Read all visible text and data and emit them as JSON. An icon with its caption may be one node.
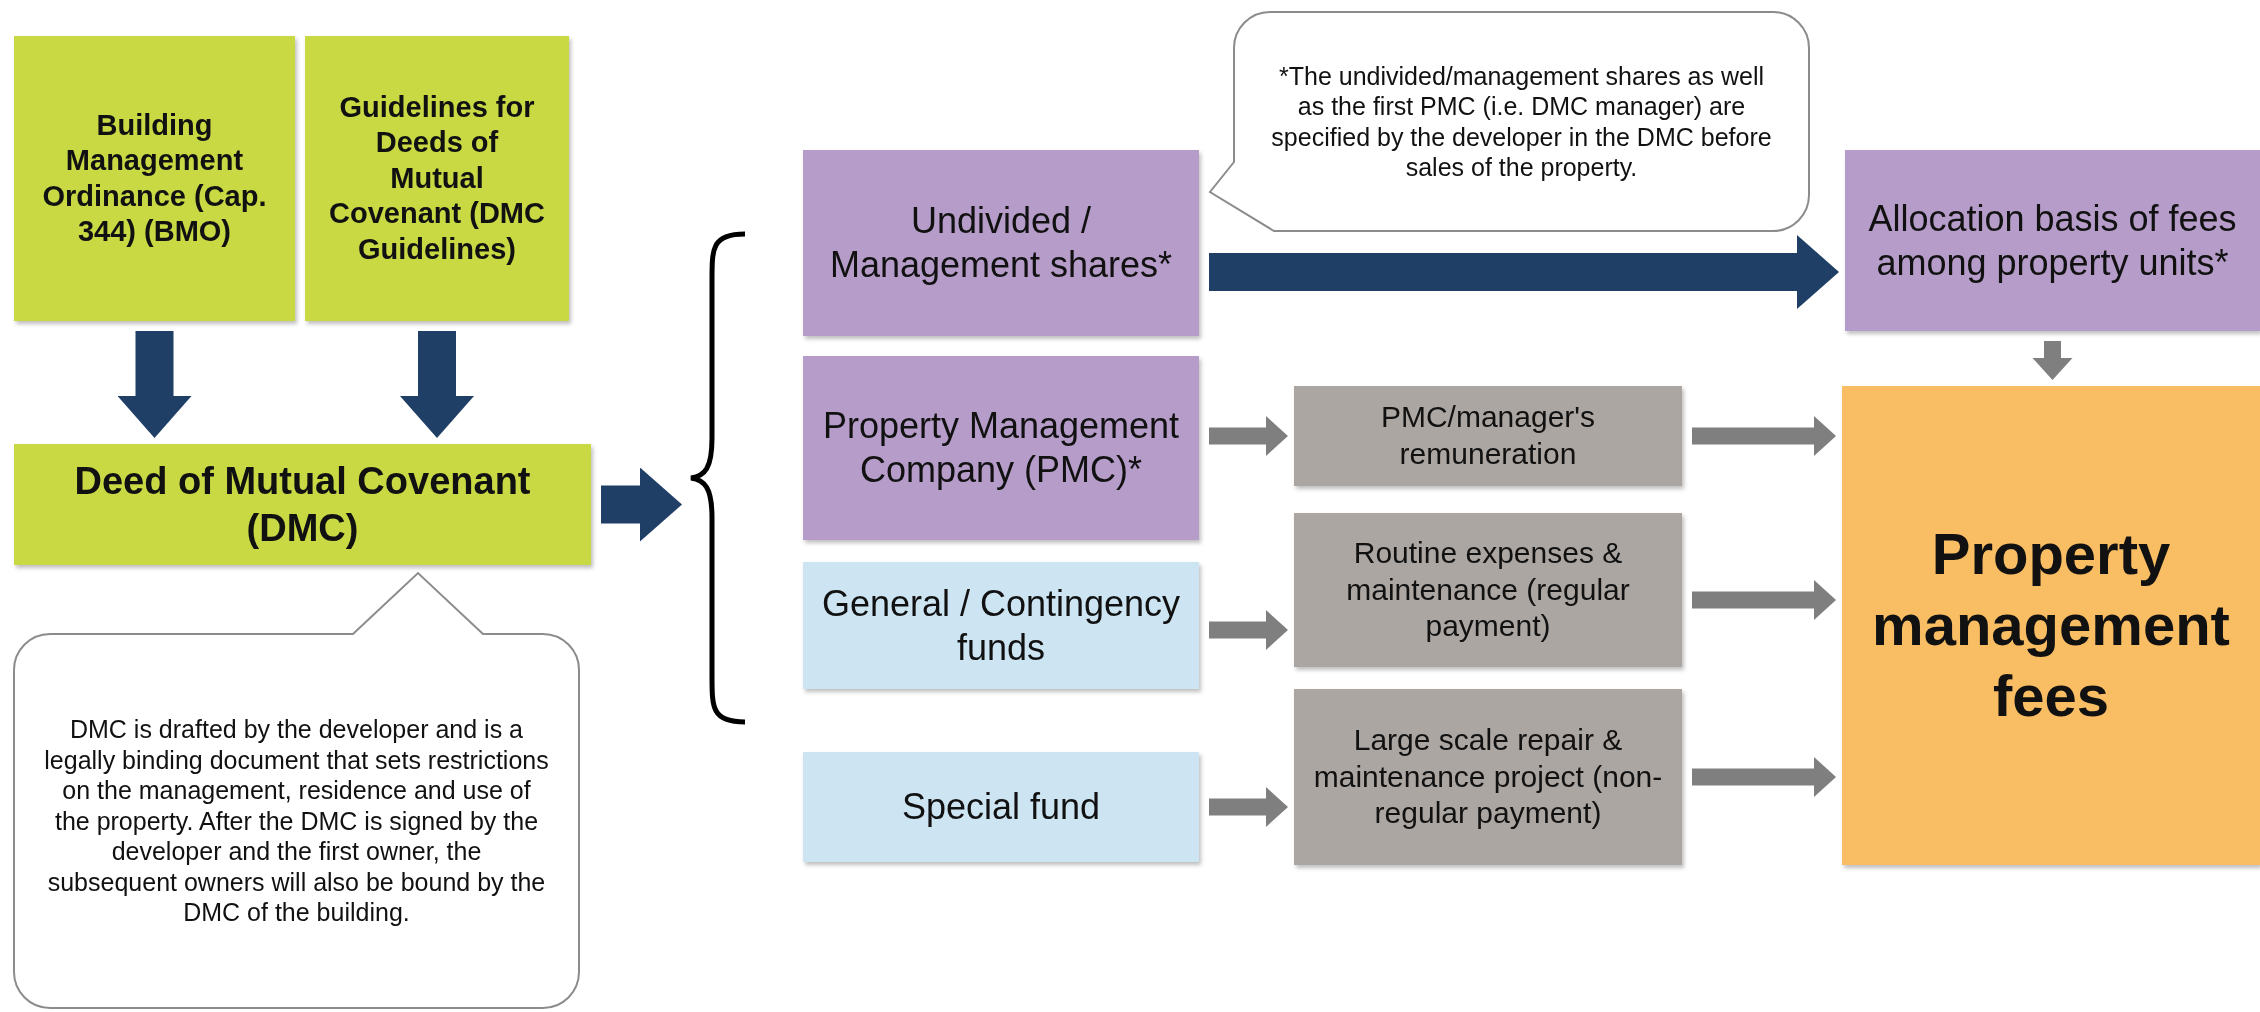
{
  "diagram": {
    "nodes": [
      {
        "text": [
          "Building Management Ordinance (Cap. 344) (BMO)"
        ]
      },
      {
        "text": [
          "Guidelines for Deeds of Mutual Covenant (DMC Guidelines)"
        ]
      },
      {
        "text": [
          "Deed of Mutual Covenant (DMC)"
        ]
      },
      {
        "text": [
          "DMC is drafted by the developer and is a legally binding document that sets restrictions on the management, residence and use of the property. After the DMC is signed by the developer and the first owner, the subsequent owners will also be bound by the DMC of the building."
        ]
      },
      {
        "text": [
          "Undivided / Management shares*"
        ]
      },
      {
        "text": [
          "*The undivided/management shares as well as the first PMC (i.e. DMC manager) are specified by the developer in the DMC before sales of the property."
        ]
      },
      {
        "text": [
          "Allocation basis of fees among property units*"
        ]
      },
      {
        "text": [
          "Property Management Company (PMC)*"
        ]
      },
      {
        "text": [
          "General / Contingency funds"
        ]
      },
      {
        "text": [
          "Special fund"
        ]
      },
      {
        "text": [
          "PMC/manager's remuneration"
        ]
      },
      {
        "text": [
          "Routine expenses & maintenance (regular payment)"
        ]
      },
      {
        "text": [
          "Large scale repair & maintenance project (non-regular payment)"
        ]
      },
      {
        "text": [
          "Property management fees"
        ]
      },
      {
        "text": [],
        "shape": "brace"
      }
    ],
    "edges": [
      {
        "from": 0,
        "to": 2,
        "arrow": "to",
        "style": "thick",
        "color": "#1f3f66"
      },
      {
        "from": 1,
        "to": 2,
        "arrow": "to",
        "style": "thick",
        "color": "#1f3f66"
      },
      {
        "from": 2,
        "to": 14,
        "arrow": "to",
        "style": "thick",
        "color": "#1f3f66"
      },
      {
        "from": 4,
        "to": 6,
        "arrow": "to",
        "style": "thick",
        "color": "#1f3f66"
      },
      {
        "from": 6,
        "to": 13,
        "arrow": "to"
      },
      {
        "from": 7,
        "to": 10,
        "arrow": "to"
      },
      {
        "from": 8,
        "to": 11,
        "arrow": "to"
      },
      {
        "from": 9,
        "to": 12,
        "arrow": "to"
      },
      {
        "from": 10,
        "to": 13,
        "arrow": "to"
      },
      {
        "from": 11,
        "to": 13,
        "arrow": "to"
      },
      {
        "from": 12,
        "to": 13,
        "arrow": "to"
      }
    ]
  }
}
